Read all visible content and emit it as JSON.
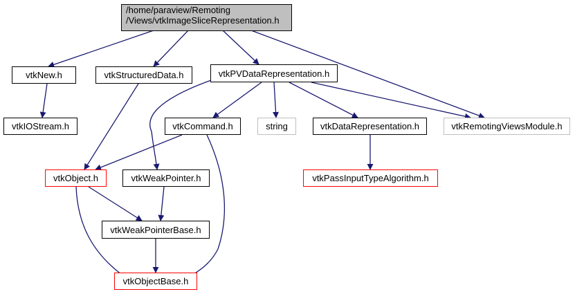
{
  "diagram": {
    "type": "include-dependency-graph",
    "edge_color": "#191970",
    "root": {
      "id": "root",
      "line1": "/home/paraview/Remoting",
      "line2": "/Views/vtkImageSliceRepresentation.h"
    },
    "nodes": [
      {
        "id": "vtkNew",
        "label": "vtkNew.h",
        "style": "normal"
      },
      {
        "id": "vtkStructuredData",
        "label": "vtkStructuredData.h",
        "style": "normal"
      },
      {
        "id": "vtkPVDataRepresentation",
        "label": "vtkPVDataRepresentation.h",
        "style": "normal"
      },
      {
        "id": "vtkIOStream",
        "label": "vtkIOStream.h",
        "style": "normal"
      },
      {
        "id": "vtkCommand",
        "label": "vtkCommand.h",
        "style": "normal"
      },
      {
        "id": "string",
        "label": "string",
        "style": "gray"
      },
      {
        "id": "vtkDataRepresentation",
        "label": "vtkDataRepresentation.h",
        "style": "normal"
      },
      {
        "id": "vtkRemotingViewsModule",
        "label": "vtkRemotingViewsModule.h",
        "style": "gray"
      },
      {
        "id": "vtkObject",
        "label": "vtkObject.h",
        "style": "red"
      },
      {
        "id": "vtkWeakPointer",
        "label": "vtkWeakPointer.h",
        "style": "normal"
      },
      {
        "id": "vtkPassInputTypeAlgorithm",
        "label": "vtkPassInputTypeAlgorithm.h",
        "style": "red"
      },
      {
        "id": "vtkWeakPointerBase",
        "label": "vtkWeakPointerBase.h",
        "style": "normal"
      },
      {
        "id": "vtkObjectBase",
        "label": "vtkObjectBase.h",
        "style": "red"
      }
    ],
    "edges": [
      [
        "root",
        "vtkNew"
      ],
      [
        "root",
        "vtkStructuredData"
      ],
      [
        "root",
        "vtkPVDataRepresentation"
      ],
      [
        "root",
        "vtkRemotingViewsModule"
      ],
      [
        "vtkNew",
        "vtkIOStream"
      ],
      [
        "vtkStructuredData",
        "vtkObject"
      ],
      [
        "vtkPVDataRepresentation",
        "vtkCommand"
      ],
      [
        "vtkPVDataRepresentation",
        "string"
      ],
      [
        "vtkPVDataRepresentation",
        "vtkDataRepresentation"
      ],
      [
        "vtkPVDataRepresentation",
        "vtkRemotingViewsModule"
      ],
      [
        "vtkPVDataRepresentation",
        "vtkWeakPointer"
      ],
      [
        "vtkCommand",
        "vtkObject"
      ],
      [
        "vtkCommand",
        "vtkObjectBase"
      ],
      [
        "vtkDataRepresentation",
        "vtkPassInputTypeAlgorithm"
      ],
      [
        "vtkObject",
        "vtkWeakPointerBase"
      ],
      [
        "vtkObject",
        "vtkObjectBase"
      ],
      [
        "vtkWeakPointer",
        "vtkWeakPointerBase"
      ],
      [
        "vtkWeakPointerBase",
        "vtkObjectBase"
      ]
    ]
  }
}
